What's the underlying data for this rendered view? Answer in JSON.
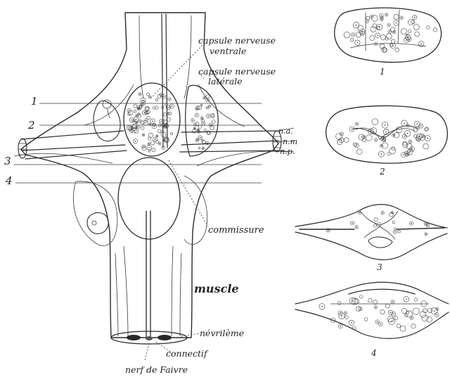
{
  "labels": {
    "capsule_ventrale_1": "capsule nerveuse",
    "capsule_ventrale_2": "ventrale",
    "capsule_laterale_1": "capsule nerveuse",
    "capsule_laterale_2": "latérale",
    "na": "n.a.",
    "nm": "n.m",
    "np": "n.p.",
    "commissure": "commissure",
    "muscle": "muscle",
    "nevrileme": "névrilème",
    "connectif": "connectif",
    "nerf_faivre": "nerf de Faivre"
  },
  "section_numbers": {
    "left": [
      "1",
      "2",
      "3",
      "4"
    ],
    "right": [
      "1",
      "2",
      "3",
      "4"
    ]
  }
}
